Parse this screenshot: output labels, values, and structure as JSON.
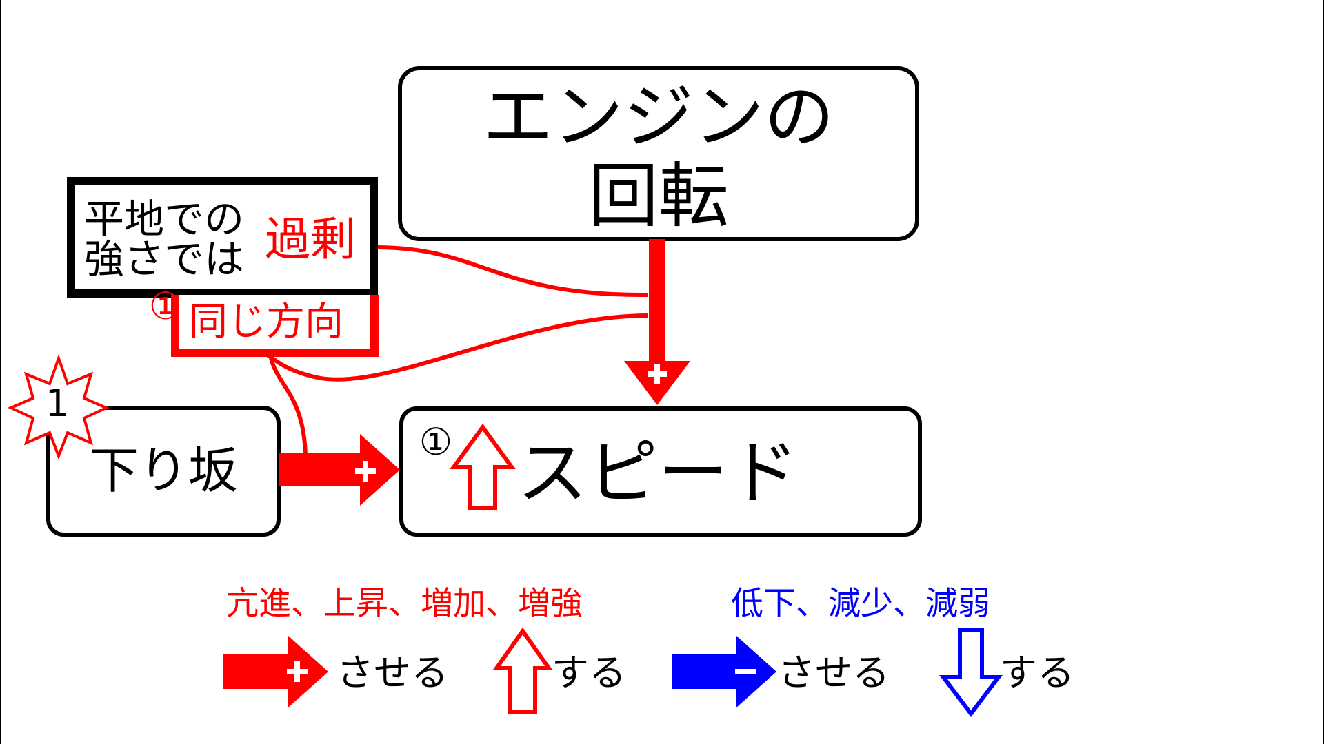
{
  "engine_box": {
    "line1": "エンジンの",
    "line2": "回転"
  },
  "speed_box": {
    "marker": "①",
    "label": "スピード"
  },
  "downhill_box": {
    "label": "下り坂",
    "burst_number": "1"
  },
  "condition_box": {
    "line1": "平地での",
    "line2": "強さでは",
    "highlight": "過剰"
  },
  "same_direction_label": {
    "marker": "①",
    "text": "同じ方向"
  },
  "plus_symbol": "+",
  "minus_symbol": "−",
  "legend": {
    "red_heading": "亢進、上昇、増加、増強",
    "blue_heading": "低下、減少、減弱",
    "red_push_suffix": "させる",
    "red_up_suffix": "する",
    "blue_push_suffix": "させる",
    "blue_down_suffix": "する"
  },
  "colors": {
    "red": "#ff0000",
    "blue": "#0000ff",
    "black": "#000000"
  }
}
